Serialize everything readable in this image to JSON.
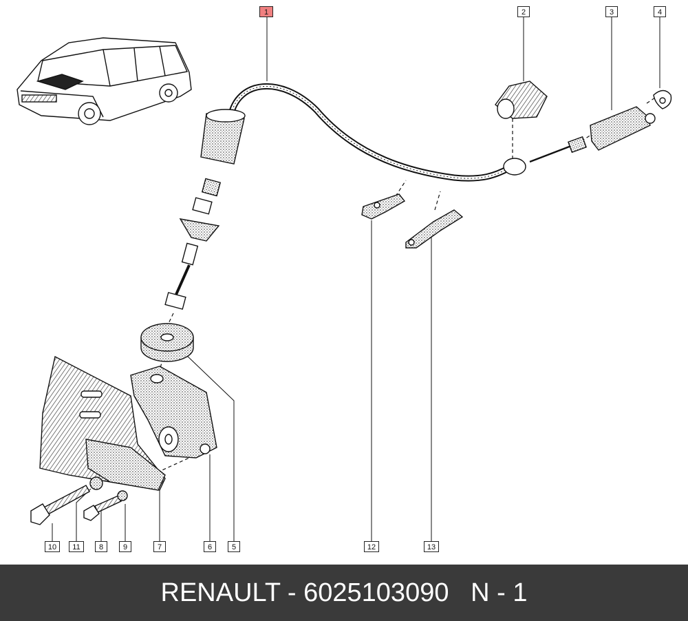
{
  "callouts": [
    {
      "label": "1",
      "active": true
    },
    {
      "label": "2"
    },
    {
      "label": "3"
    },
    {
      "label": "4"
    },
    {
      "label": "10"
    },
    {
      "label": "11"
    },
    {
      "label": "8"
    },
    {
      "label": "9"
    },
    {
      "label": "7"
    },
    {
      "label": "6"
    },
    {
      "label": "5"
    },
    {
      "label": "12"
    },
    {
      "label": "13"
    }
  ],
  "footer": {
    "text": "RENAULT - 6025103090   N - 1"
  },
  "colors": {
    "active_callout": "#f08080",
    "footer_bg": "#3a3a3a",
    "line": "#111111"
  }
}
